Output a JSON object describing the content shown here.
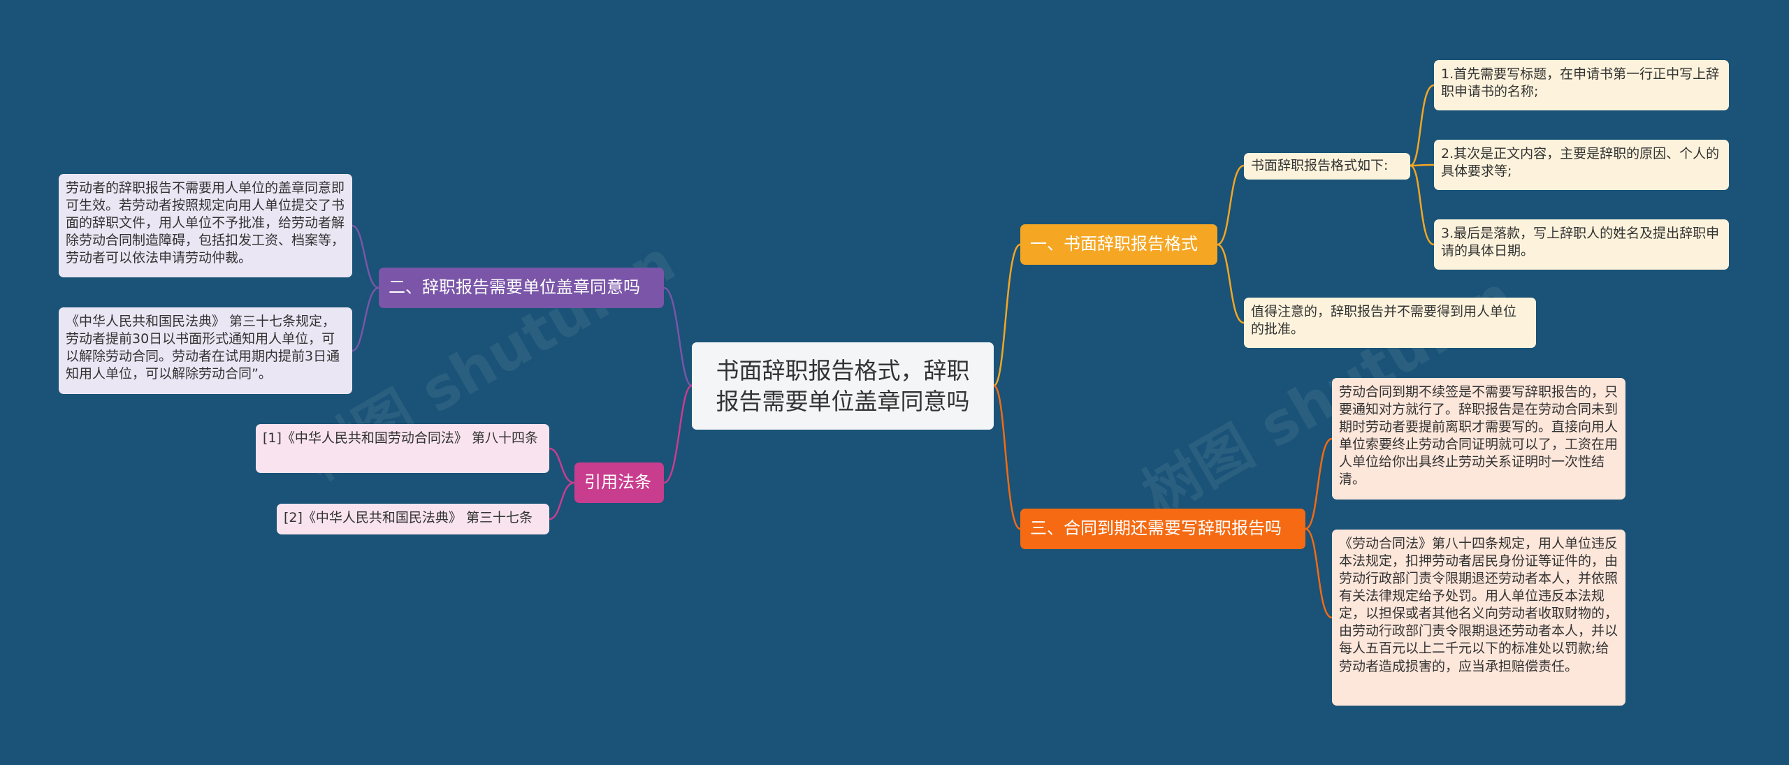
{
  "root": {
    "text": "书面辞职报告格式，辞职报告需要单位盖章同意吗"
  },
  "branch1": {
    "label": "一、书面辞职报告格式",
    "sub": "书面辞职报告格式如下:",
    "items": [
      "1.首先需要写标题，在申请书第一行正中写上辞职申请书的名称;",
      "2.其次是正文内容，主要是辞职的原因、个人的具体要求等;",
      "3.最后是落款，写上辞职人的姓名及提出辞职申请的具体日期。"
    ],
    "note": "值得注意的，辞职报告并不需要得到用人单位的批准。"
  },
  "branch2": {
    "label": "二、辞职报告需要单位盖章同意吗",
    "items": [
      "劳动者的辞职报告不需要用人单位的盖章同意即可生效。若劳动者按照规定向用人单位提交了书面的辞职文件，用人单位不予批准，给劳动者解除劳动合同制造障碍，包括扣发工资、档案等，劳动者可以依法申请劳动仲裁。",
      "《中华人民共和国民法典》 第三十七条规定，劳动者提前30日以书面形式通知用人单位，可以解除劳动合同。劳动者在试用期内提前3日通知用人单位，可以解除劳动合同”。"
    ]
  },
  "branch3": {
    "label": "三、合同到期还需要写辞职报告吗",
    "items": [
      "劳动合同到期不续签是不需要写辞职报告的，只要通知对方就行了。辞职报告是在劳动合同未到期时劳动者要提前离职才需要写的。直接向用人单位索要终止劳动合同证明就可以了，工资在用人单位给你出具终止劳动关系证明时一次性结清。",
      "《劳动合同法》第八十四条规定，用人单位违反本法规定，扣押劳动者居民身份证等证件的，由劳动行政部门责令限期退还劳动者本人，并依照有关法律规定给予处罚。用人单位违反本法规定，以担保或者其他名义向劳动者收取财物的，由劳动行政部门责令限期退还劳动者本人，并以每人五百元以上二千元以下的标准处以罚款;给劳动者造成损害的，应当承担赔偿责任。"
    ]
  },
  "branch4": {
    "label": "引用法条",
    "items": [
      "[1]《中华人民共和国劳动合同法》 第八十四条",
      "[2]《中华人民共和国民法典》 第三十七条"
    ]
  },
  "watermark": "树图 shutu.cn",
  "colors": {
    "background": "#1a5377",
    "yellow": "#f5a623",
    "orange": "#f56a12",
    "purple": "#7a55a8",
    "pink": "#c83d8e"
  }
}
